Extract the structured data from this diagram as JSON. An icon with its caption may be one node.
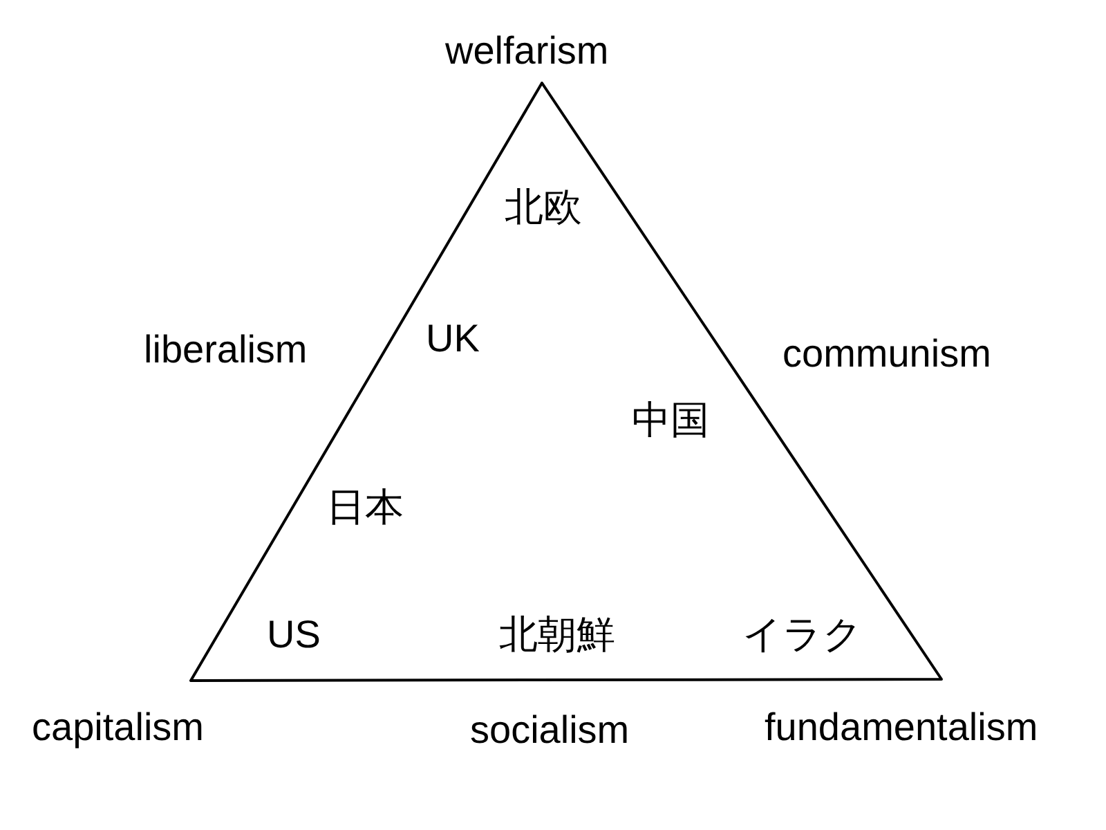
{
  "diagram": {
    "nodes": [
      {
        "text": [
          "北欧",
          "UK",
          "中国",
          "日本",
          "US",
          "北朝鮮",
          "イラク"
        ],
        "beside": [
          "welfarism",
          "liberalism",
          "communism",
          "capitalism",
          "socialism",
          "fundamentalism"
        ]
      }
    ]
  }
}
